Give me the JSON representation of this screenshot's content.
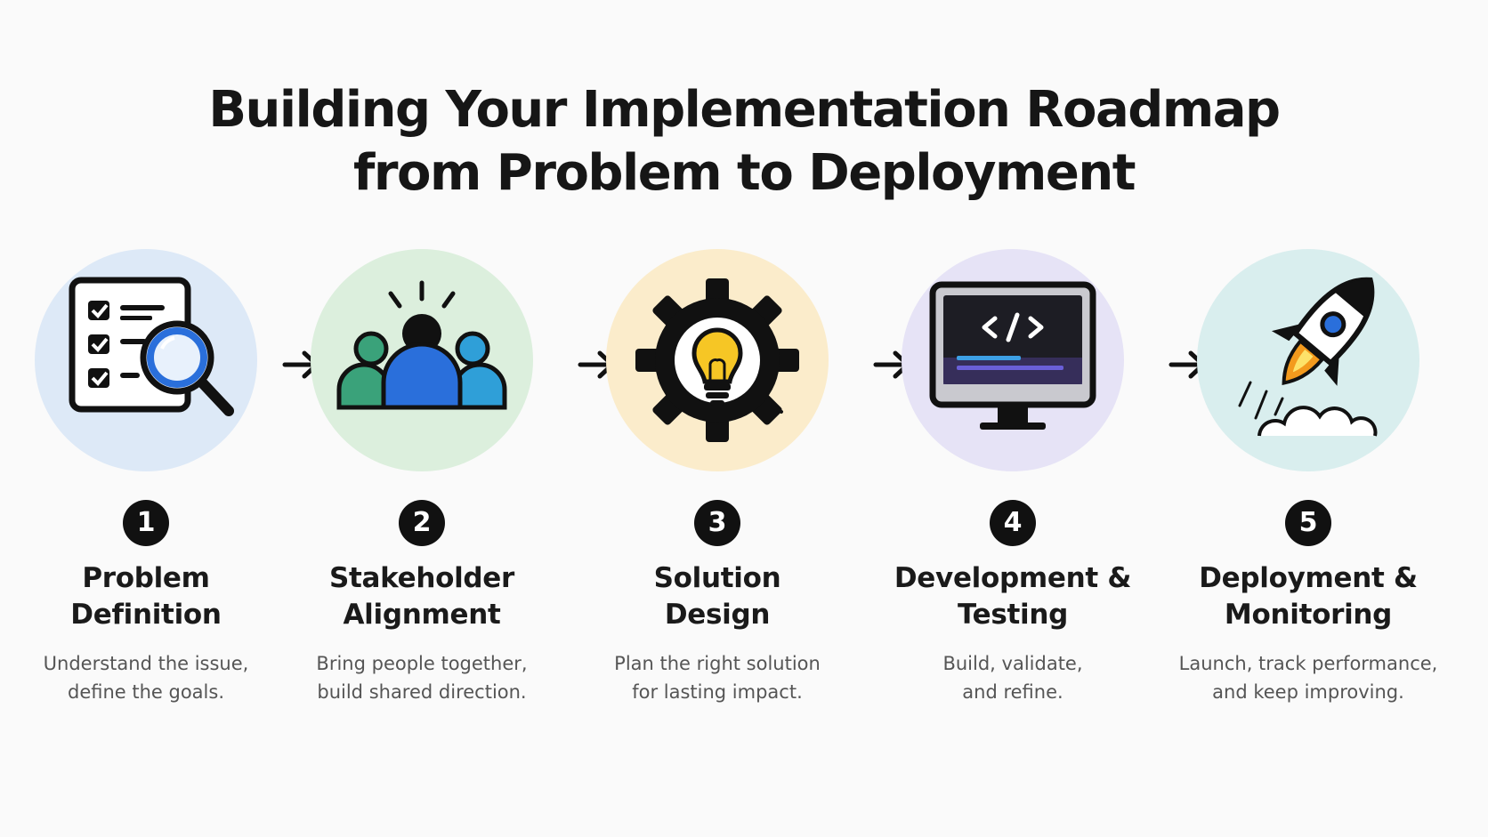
{
  "title": {
    "line1": "Building Your Implementation Roadmap",
    "line2": "from Problem to Deployment"
  },
  "steps": [
    {
      "number": "1",
      "label_line1": "Problem",
      "label_line2": "Definition",
      "desc_line1": "Understand the issue,",
      "desc_line2": "define the goals.",
      "icon": "checklist-magnifier-icon",
      "circle_color": "#dde9f7"
    },
    {
      "number": "2",
      "label_line1": "Stakeholder",
      "label_line2": "Alignment",
      "desc_line1": "Bring people together,",
      "desc_line2": "build shared direction.",
      "icon": "people-group-icon",
      "circle_color": "#dcefdd"
    },
    {
      "number": "3",
      "label_line1": "Solution",
      "label_line2": "Design",
      "desc_line1": "Plan the right solution",
      "desc_line2": "for lasting impact.",
      "icon": "gear-lightbulb-icon",
      "circle_color": "#fbeccb"
    },
    {
      "number": "4",
      "label_line1": "Development &",
      "label_line2": "Testing",
      "desc_line1": "Build, validate,",
      "desc_line2": "and refine.",
      "icon": "code-monitor-icon",
      "circle_color": "#e6e3f6"
    },
    {
      "number": "5",
      "label_line1": "Deployment &",
      "label_line2": "Monitoring",
      "desc_line1": "Launch, track performance,",
      "desc_line2": "and keep improving.",
      "icon": "rocket-icon",
      "circle_color": "#d9eeee"
    }
  ],
  "arrow_icon": "arrow-right-icon"
}
